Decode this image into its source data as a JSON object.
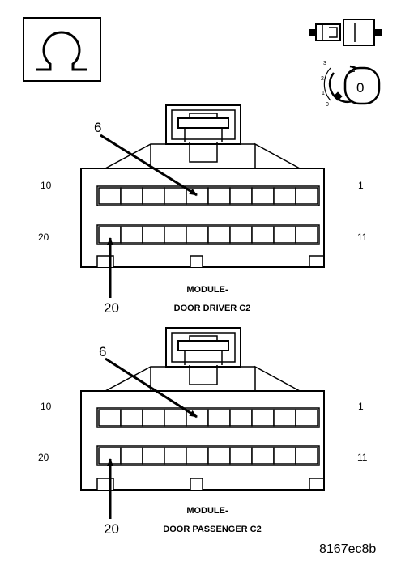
{
  "symbols": {
    "ohm_meter_icon": "ohm-icon",
    "connector_icon": "connector-icon",
    "ignition_key_icon": "ignition-key-icon",
    "ignition_positions": [
      "3",
      "2",
      "1",
      "0"
    ],
    "key_position": "0"
  },
  "connectors": [
    {
      "pin_label_top_left": "10",
      "pin_label_top_right": "1",
      "pin_label_bottom_left": "20",
      "pin_label_bottom_right": "11",
      "callout_upper": "6",
      "callout_lower": "20",
      "title_line1": "MODULE-",
      "title_line2": "DOOR DRIVER C2"
    },
    {
      "pin_label_top_left": "10",
      "pin_label_top_right": "1",
      "pin_label_bottom_left": "20",
      "pin_label_bottom_right": "11",
      "callout_upper": "6",
      "callout_lower": "20",
      "title_line1": "MODULE-",
      "title_line2": "DOOR PASSENGER C2"
    }
  ],
  "figure_code": "8167ec8b"
}
